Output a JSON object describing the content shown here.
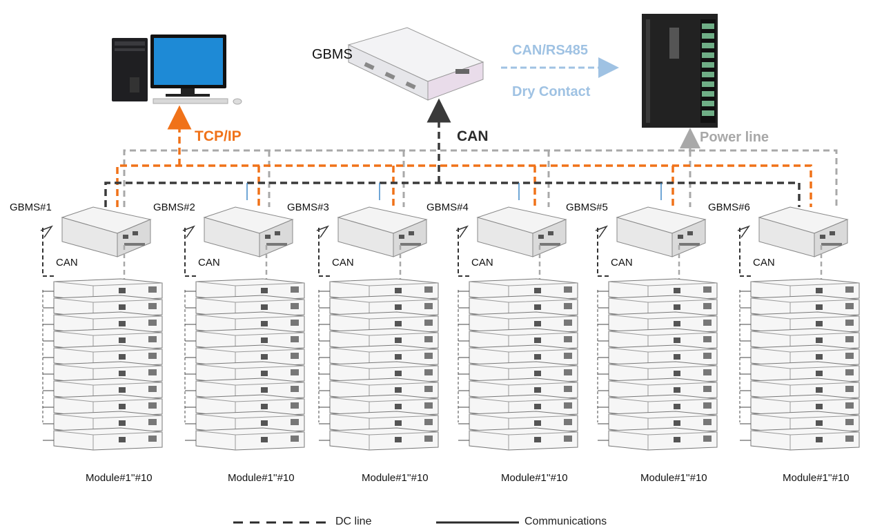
{
  "header": {
    "title_fragment": ""
  },
  "labels": {
    "gbms_main": "GBMS",
    "can_rs485": "CAN/RS485",
    "dry_contact": "Dry Contact",
    "tcp_ip": "TCP/IP",
    "can_main": "CAN",
    "power_line": "Power line"
  },
  "clusters": [
    {
      "gbms": "GBMS#1",
      "can": "CAN",
      "modules": "Module#1''#10"
    },
    {
      "gbms": "GBMS#2",
      "can": "CAN",
      "modules": "Module#1''#10"
    },
    {
      "gbms": "GBMS#3",
      "can": "CAN",
      "modules": "Module#1''#10"
    },
    {
      "gbms": "GBMS#4",
      "can": "CAN",
      "modules": "Module#1''#10"
    },
    {
      "gbms": "GBMS#5",
      "can": "CAN",
      "modules": "Module#1''#10"
    },
    {
      "gbms": "GBMS#6",
      "can": "CAN",
      "modules": "Module#1''#10"
    }
  ],
  "legend": {
    "dc_line": "DC line",
    "communications": "Communications"
  },
  "colors": {
    "tcp_ip": "#f07219",
    "can": "#3a3a3a",
    "power_line": "#a8a8a8",
    "can_rs485": "#9fc2e3",
    "monitor": "#1e8ad6"
  }
}
